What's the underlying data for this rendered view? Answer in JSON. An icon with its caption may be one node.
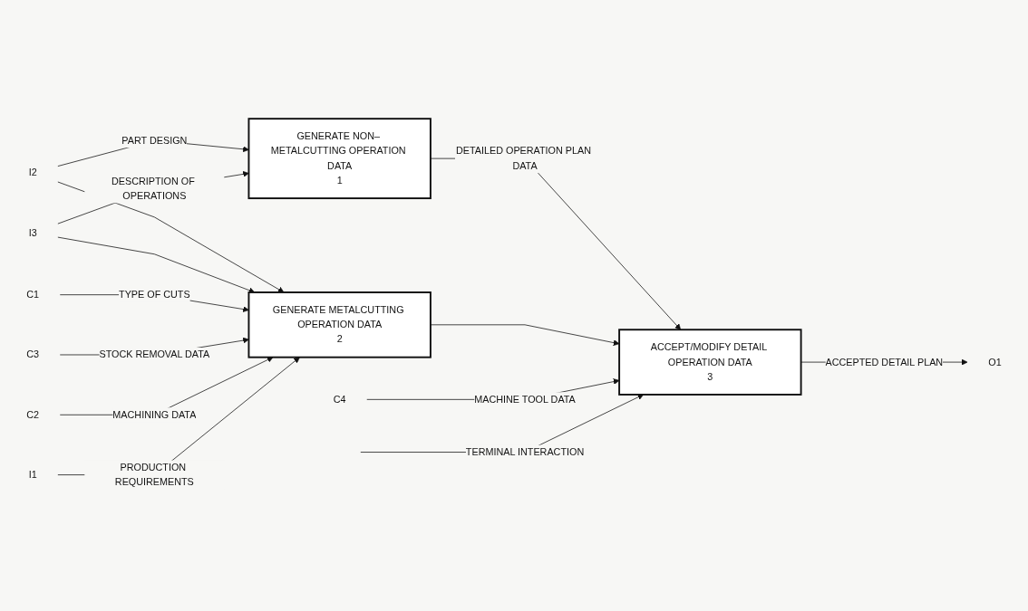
{
  "diagram": {
    "nodes": [
      {
        "text": [
          "I2"
        ]
      },
      {
        "text": [
          "I3"
        ]
      },
      {
        "text": [
          "GENERATE NON– METALCUTTING OPERATION DATA",
          "1"
        ]
      },
      {
        "text": [
          "C1"
        ]
      },
      {
        "text": [
          "C3"
        ]
      },
      {
        "text": [
          "C2"
        ]
      },
      {
        "text": [
          "I1"
        ]
      },
      {
        "text": [
          "GENERATE METALCUTTING OPERATION DATA",
          "2"
        ]
      },
      {
        "text": [
          "C4"
        ]
      },
      {
        "text": [
          "ACCEPT/MODIFY DETAIL OPERATION DATA",
          "3"
        ]
      },
      {
        "text": [
          "O1"
        ]
      }
    ],
    "edges": [
      {
        "from": 0,
        "to": 2,
        "arrow": "to",
        "label": "PART DESIGN"
      },
      {
        "from": 0,
        "to": 7,
        "arrow": "to"
      },
      {
        "from": 1,
        "to": 2,
        "arrow": "to",
        "label": "DESCRIPTION OF OPERATIONS"
      },
      {
        "from": 1,
        "to": 7,
        "arrow": "to"
      },
      {
        "from": 3,
        "to": 7,
        "arrow": "to",
        "label": "TYPE OF CUTS"
      },
      {
        "from": 4,
        "to": 7,
        "arrow": "to",
        "label": "STOCK REMOVAL DATA"
      },
      {
        "from": 5,
        "to": 7,
        "arrow": "to",
        "label": "MACHINING DATA"
      },
      {
        "from": 6,
        "to": 7,
        "arrow": "to",
        "label": "PRODUCTION REQUIREMENTS"
      },
      {
        "from": 2,
        "to": 9,
        "arrow": "to",
        "label": "DETAILED OPERATION PLAN DATA"
      },
      {
        "from": 7,
        "to": 9,
        "arrow": "to"
      },
      {
        "from": 8,
        "to": 9,
        "arrow": "to",
        "label": "MACHINE TOOL DATA"
      },
      {
        "from": null,
        "to": 9,
        "arrow": "to",
        "label": "TERMINAL INTERACTION"
      },
      {
        "from": 9,
        "to": 10,
        "arrow": "to",
        "label": "ACCEPTED DETAIL PLAN"
      }
    ]
  }
}
